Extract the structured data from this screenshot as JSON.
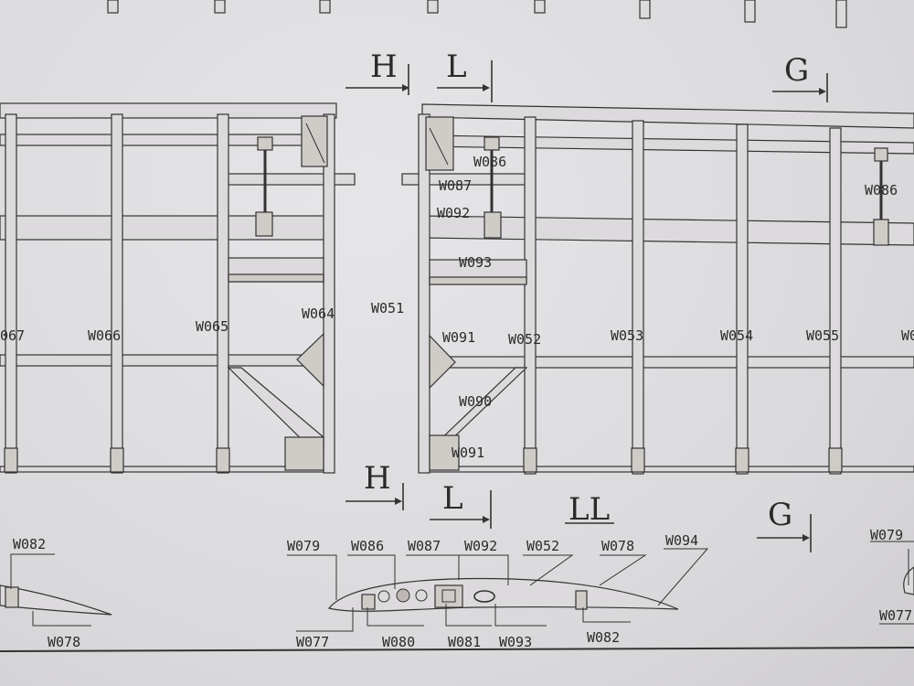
{
  "section_markers": {
    "h_top": "H",
    "l_top": "L",
    "g_top": "G",
    "h_bottom": "H",
    "l_bottom": "L",
    "ll_bottom": "LL",
    "g_bottom": "G"
  },
  "left_panel": {
    "ribs": [
      "067",
      "W066",
      "W065",
      "W064"
    ]
  },
  "center_label": "W051",
  "right_panel": {
    "ribs": [
      "W052",
      "W053",
      "W054",
      "W055",
      "W0"
    ],
    "parts": {
      "w086_a": "W086",
      "w087": "W087",
      "w092": "W092",
      "w093": "W093",
      "w091_top": "W091",
      "w090": "W090",
      "w091_bottom": "W091",
      "w086_b": "W086"
    }
  },
  "airfoil_left": {
    "top": "W082",
    "bottom": "W078"
  },
  "airfoil_center": {
    "top": [
      "W079",
      "W086",
      "W087",
      "W092",
      "W052",
      "W078",
      "W094"
    ],
    "bottom": [
      "W077",
      "W080",
      "W081",
      "W093",
      "W082"
    ]
  },
  "airfoil_right": {
    "top": "W079",
    "bottom": "W077"
  },
  "colors": {
    "paper": "#dddcde",
    "ink": "#2a2a2a",
    "wood": "#cfcbc7"
  }
}
